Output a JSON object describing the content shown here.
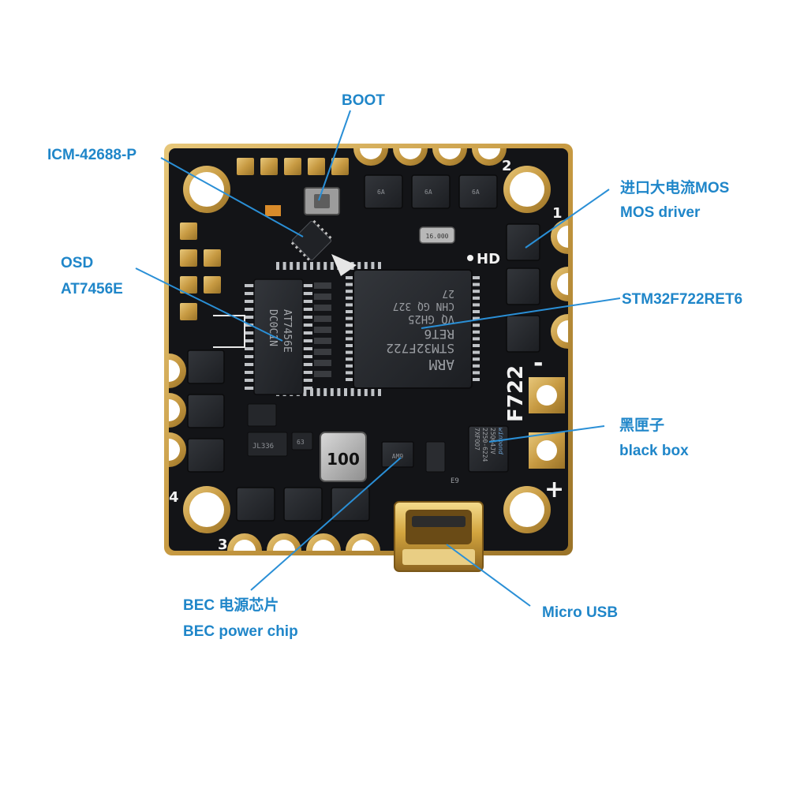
{
  "theme": {
    "label_color": "#1f86c9",
    "leader_color": "#2a8fd6",
    "pcb_color": "#141518",
    "gold_color": "#c9a04a"
  },
  "labels": {
    "boot": "BOOT",
    "imu": "ICM-42688-P",
    "osd_line1": "OSD",
    "osd_line2": "AT7456E",
    "mos_cn": "进口大电流MOS",
    "mos_en": "MOS driver",
    "mcu": "STM32F722RET6",
    "blackbox_cn": "黑匣子",
    "blackbox_en": "black box",
    "bec_cn": "BEC 电源芯片",
    "bec_en": "BEC power chip",
    "usb": "Micro USB"
  },
  "silkscreen": {
    "motor_1": "1",
    "motor_2": "2",
    "motor_3": "3",
    "motor_4": "4",
    "hd": "HD",
    "model": "F722",
    "minus": "-",
    "plus": "+",
    "inductor_value": "100"
  },
  "chip_markings": {
    "mcu_lines": [
      "ARM",
      "STM32F722",
      "RET6",
      "VQ  GH25",
      "CHN GQ 327",
      "27"
    ],
    "osd_lines": [
      "AT7456E",
      "DC0C1N"
    ],
    "flash_lines": [
      "winbond",
      "25Q64JV",
      "2250-6224",
      "7XFOO7"
    ],
    "bec_marking": "AM9",
    "crystal_marking": "16.000",
    "mos_marking": "6A",
    "reg1": "JL336",
    "reg2": "63",
    "cap_small": "E9"
  }
}
